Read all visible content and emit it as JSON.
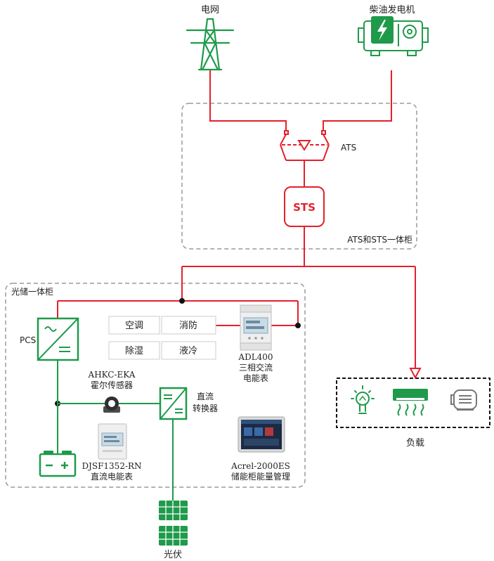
{
  "colors": {
    "red": "#e4202c",
    "green": "#1f9a4b",
    "dark": "#111111",
    "dash_gray": "#9a9a9a"
  },
  "sources": {
    "grid_label": "电网",
    "generator_label": "柴油发电机"
  },
  "ats": {
    "label": "ATS",
    "sts_label": "STS",
    "cabinet_label": "ATS和STS一体柜"
  },
  "storage_cabinet": {
    "title": "光储一体柜",
    "pcs_label": "PCS",
    "aux_loads": [
      "空调",
      "消防",
      "除湿",
      "液冷"
    ],
    "ac_meter": {
      "model": "ADL400",
      "desc_line1": "三相交流",
      "desc_line2": "电能表"
    },
    "hall_sensor": {
      "model": "AHKC-EKA",
      "desc": "霍尔传感器"
    },
    "dc_converter": {
      "line1": "直流",
      "line2": "转换器"
    },
    "dc_meter": {
      "model": "DJSF1352-RN",
      "desc": "直流电能表"
    },
    "ems": {
      "model": "Acrel-2000ES",
      "desc": "储能柜能量管理"
    }
  },
  "pv_label": "光伏",
  "load_label": "负载",
  "icons": [
    "power-tower-icon",
    "diesel-generator-icon",
    "pcs-icon",
    "battery-icon",
    "hall-sensor-icon",
    "dc-converter-icon",
    "solar-panel-icon",
    "light-bulb-icon",
    "air-conditioner-icon",
    "motor-icon",
    "meter-icon",
    "monitor-icon"
  ]
}
